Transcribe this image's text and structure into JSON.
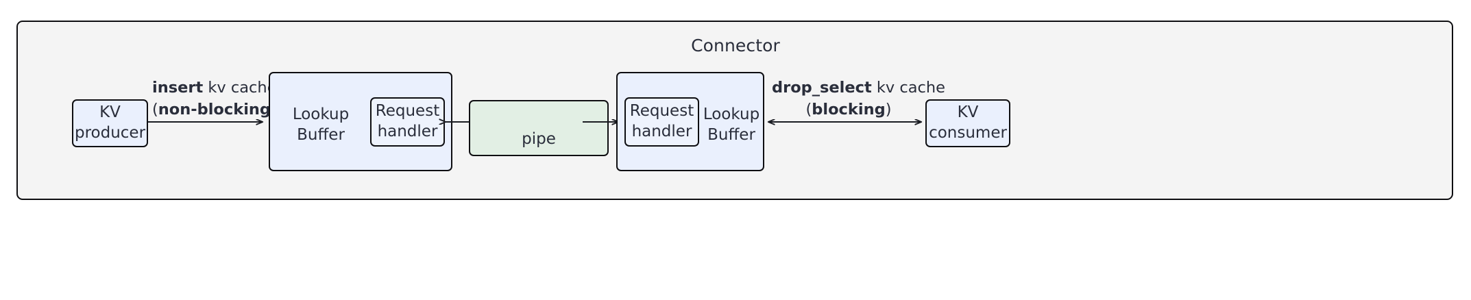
{
  "diagram": {
    "type": "block-diagram",
    "frame": {
      "title": "Connector",
      "fill": "#f4f4f4",
      "stroke": "#0e0e11"
    },
    "palette": {
      "blue_fill": "#eaf0fd",
      "green_fill": "#e2efe4",
      "stroke": "#0e0e11",
      "text": "#2a2e3b",
      "page_background": "#ffffff"
    },
    "nodes": {
      "kv_producer": {
        "label": "KV\nproducer",
        "fill": "#eaf0fd"
      },
      "kv_consumer": {
        "label": "KV\nconsumer",
        "fill": "#eaf0fd"
      },
      "lookup_buffer_left": {
        "label": "Lookup\nBuffer",
        "fill": "#eaf0fd"
      },
      "lookup_buffer_right": {
        "label": "Lookup\nBuffer",
        "fill": "#eaf0fd"
      },
      "request_handler_left": {
        "label": "Request\nhandler",
        "fill": "#eef3fd"
      },
      "request_handler_right": {
        "label": "Request\nhandler",
        "fill": "#eef3fd"
      },
      "pipe": {
        "label": "pipe",
        "fill": "#e2efe4"
      }
    },
    "edges": {
      "producer_to_buffer": {
        "line1_bold": "insert",
        "line1_rest": " kv cache",
        "line2_open": "(",
        "line2_bold": "non-blocking",
        "line2_close": ")",
        "direction": "right"
      },
      "buffer_to_consumer": {
        "line1_bold": "drop_select",
        "line1_rest": " kv cache",
        "line2_open": "(",
        "line2_bold": "blocking",
        "line2_close": ")",
        "direction": "both"
      },
      "pipe_to_left_handler": {
        "direction": "left"
      },
      "pipe_to_right_handler": {
        "direction": "right"
      }
    }
  }
}
